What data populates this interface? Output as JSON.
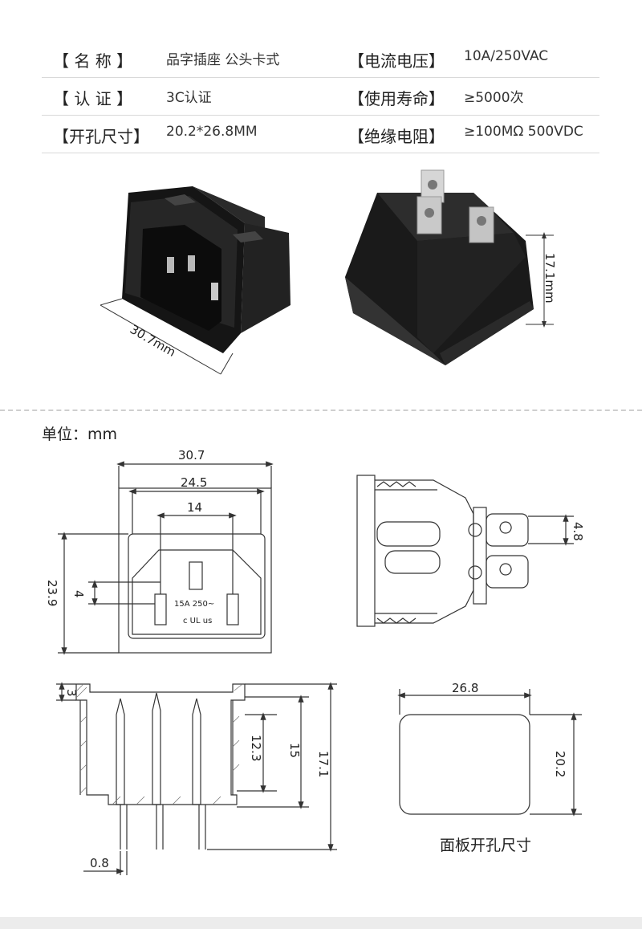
{
  "specs": [
    {
      "label": "【 名  称 】",
      "value": "品字插座 公头卡式"
    },
    {
      "label": "【电流电压】",
      "value": "10A/250VAC"
    },
    {
      "label": "【 认  证 】",
      "value": "3C认证"
    },
    {
      "label": "【使用寿命】",
      "value": "≥5000次"
    },
    {
      "label": "【开孔尺寸】",
      "value": "20.2*26.8MM"
    },
    {
      "label": "【绝缘电阻】",
      "value": "≥100MΩ 500VDC"
    }
  ],
  "photo_dims": {
    "width": "30.7mm",
    "height": "17.1mm"
  },
  "unit": "单位：mm",
  "front_view": {
    "w_outer": "30.7",
    "w_inner": "24.5",
    "pin_spacing": "14",
    "height": "23.9",
    "offset": "4",
    "rating": "15A  250~",
    "mark": "c UL us"
  },
  "side_view": {
    "tab": "4.8"
  },
  "section_view": {
    "top": "3",
    "depth1": "12.3",
    "depth2": "15",
    "depth3": "17.1",
    "pin": "0.8"
  },
  "panel_cutout": {
    "width": "26.8",
    "height": "20.2",
    "caption": "面板开孔尺寸"
  },
  "colors": {
    "body": "#1d1d1d",
    "line": "#333333",
    "divider": "#cfcfcf"
  }
}
